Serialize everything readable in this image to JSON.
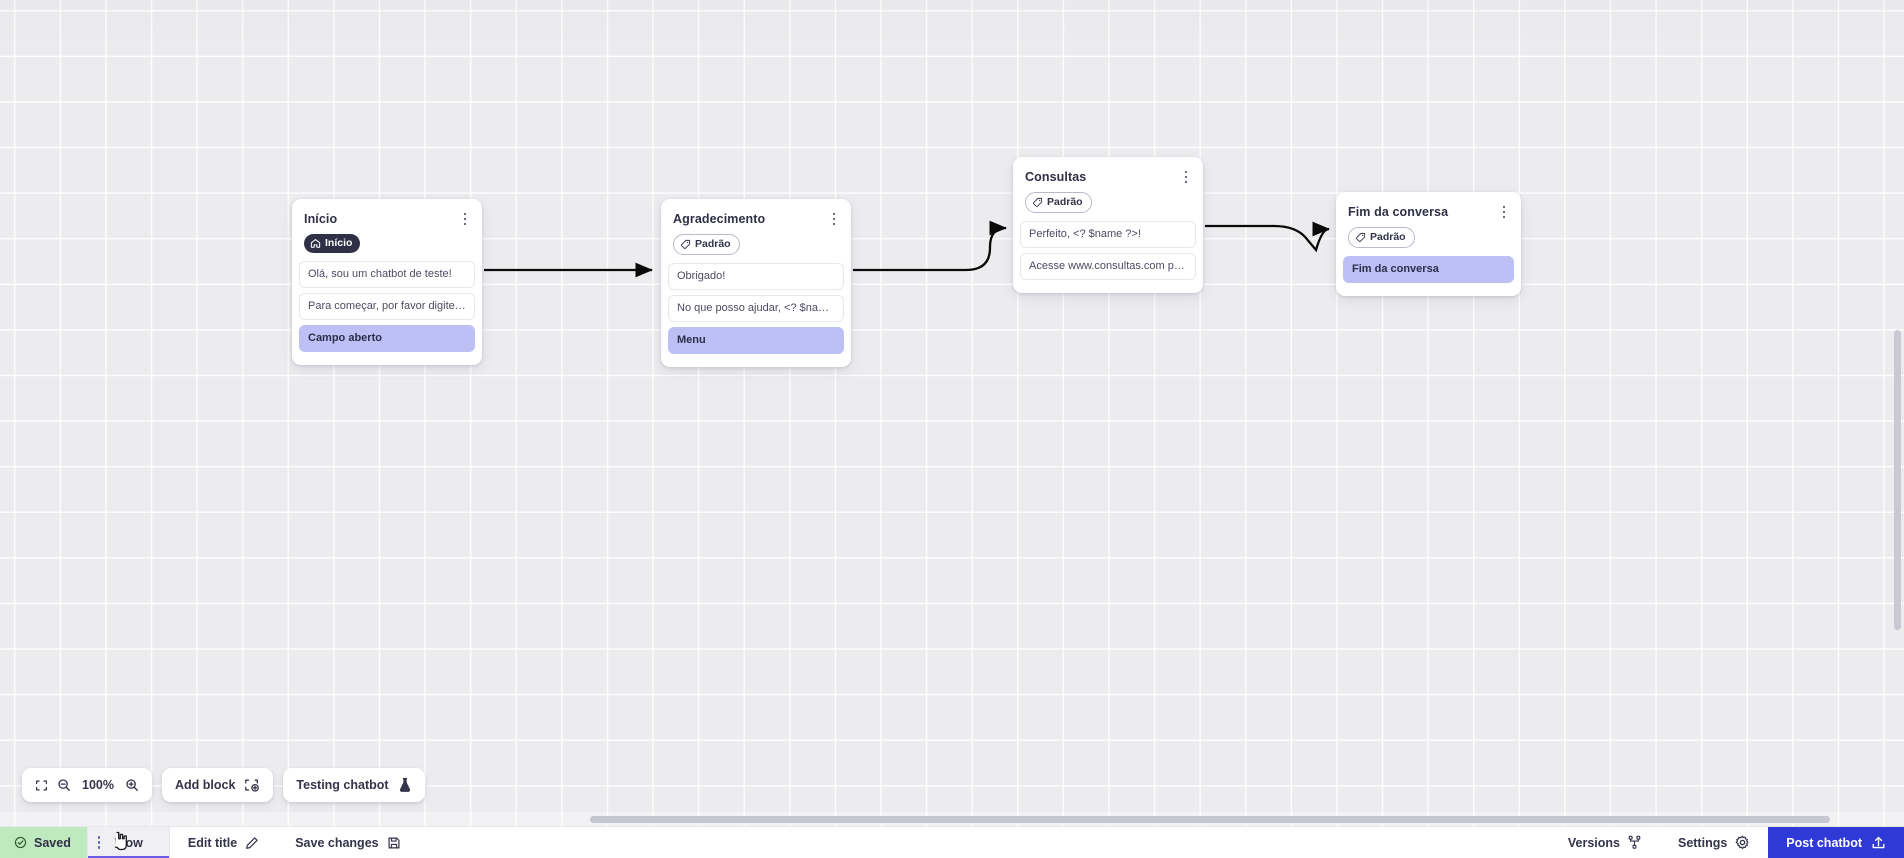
{
  "canvas": {
    "zoom_level": "100%",
    "grid": "dotted-grid"
  },
  "nodes": [
    {
      "id": "inicio",
      "title": "Início",
      "badge": {
        "label": "Início",
        "style": "dark",
        "icon": "home-icon"
      },
      "rows": [
        {
          "label": "Olá, sou um chatbot de teste!",
          "accent": false
        },
        {
          "label": "Para começar, por favor digite o ...",
          "accent": false
        },
        {
          "label": "Campo aberto",
          "accent": true
        }
      ]
    },
    {
      "id": "agradecimento",
      "title": "Agradecimento",
      "badge": {
        "label": "Padrão",
        "style": "outline",
        "icon": "tag-icon"
      },
      "rows": [
        {
          "label": "Obrigado!",
          "accent": false
        },
        {
          "label": "No que posso ajudar, <? $name ...",
          "accent": false
        },
        {
          "label": "Menu",
          "accent": true
        }
      ]
    },
    {
      "id": "consultas",
      "title": "Consultas",
      "badge": {
        "label": "Padrão",
        "style": "outline",
        "icon": "tag-icon"
      },
      "rows": [
        {
          "label": "Perfeito, <? $name ?>!",
          "accent": false
        },
        {
          "label": "Acesse www.consultas.com par...",
          "accent": false
        }
      ]
    },
    {
      "id": "fim",
      "title": "Fim da conversa",
      "badge": {
        "label": "Padrão",
        "style": "outline",
        "icon": "tag-icon"
      },
      "rows": [
        {
          "label": "Fim da conversa",
          "accent": true
        }
      ]
    }
  ],
  "toolbar": {
    "fit_icon": "fit-screen-icon",
    "zoom_out_icon": "zoom-out-icon",
    "zoom_value": "100%",
    "zoom_in_icon": "zoom-in-icon",
    "add_block_label": "Add block",
    "add_block_icon": "add-block-icon",
    "testing_label": "Testing chatbot",
    "testing_icon": "flask-icon"
  },
  "statusbar": {
    "saved_label": "Saved",
    "saved_icon": "check-circle-icon",
    "saved_color": "#bfe9bf",
    "flow_label": "Flow",
    "flow_menu_icon": "kebab-menu-icon",
    "edit_title_label": "Edit title",
    "edit_title_icon": "pencil-icon",
    "save_changes_label": "Save changes",
    "save_changes_icon": "save-disk-icon",
    "versions_label": "Versions",
    "versions_icon": "branch-icon",
    "settings_label": "Settings",
    "settings_icon": "gear-icon",
    "post_label": "Post chatbot",
    "post_icon": "upload-icon",
    "post_color": "#2f39d6",
    "active_tab_underline": "#6b5ce7"
  }
}
